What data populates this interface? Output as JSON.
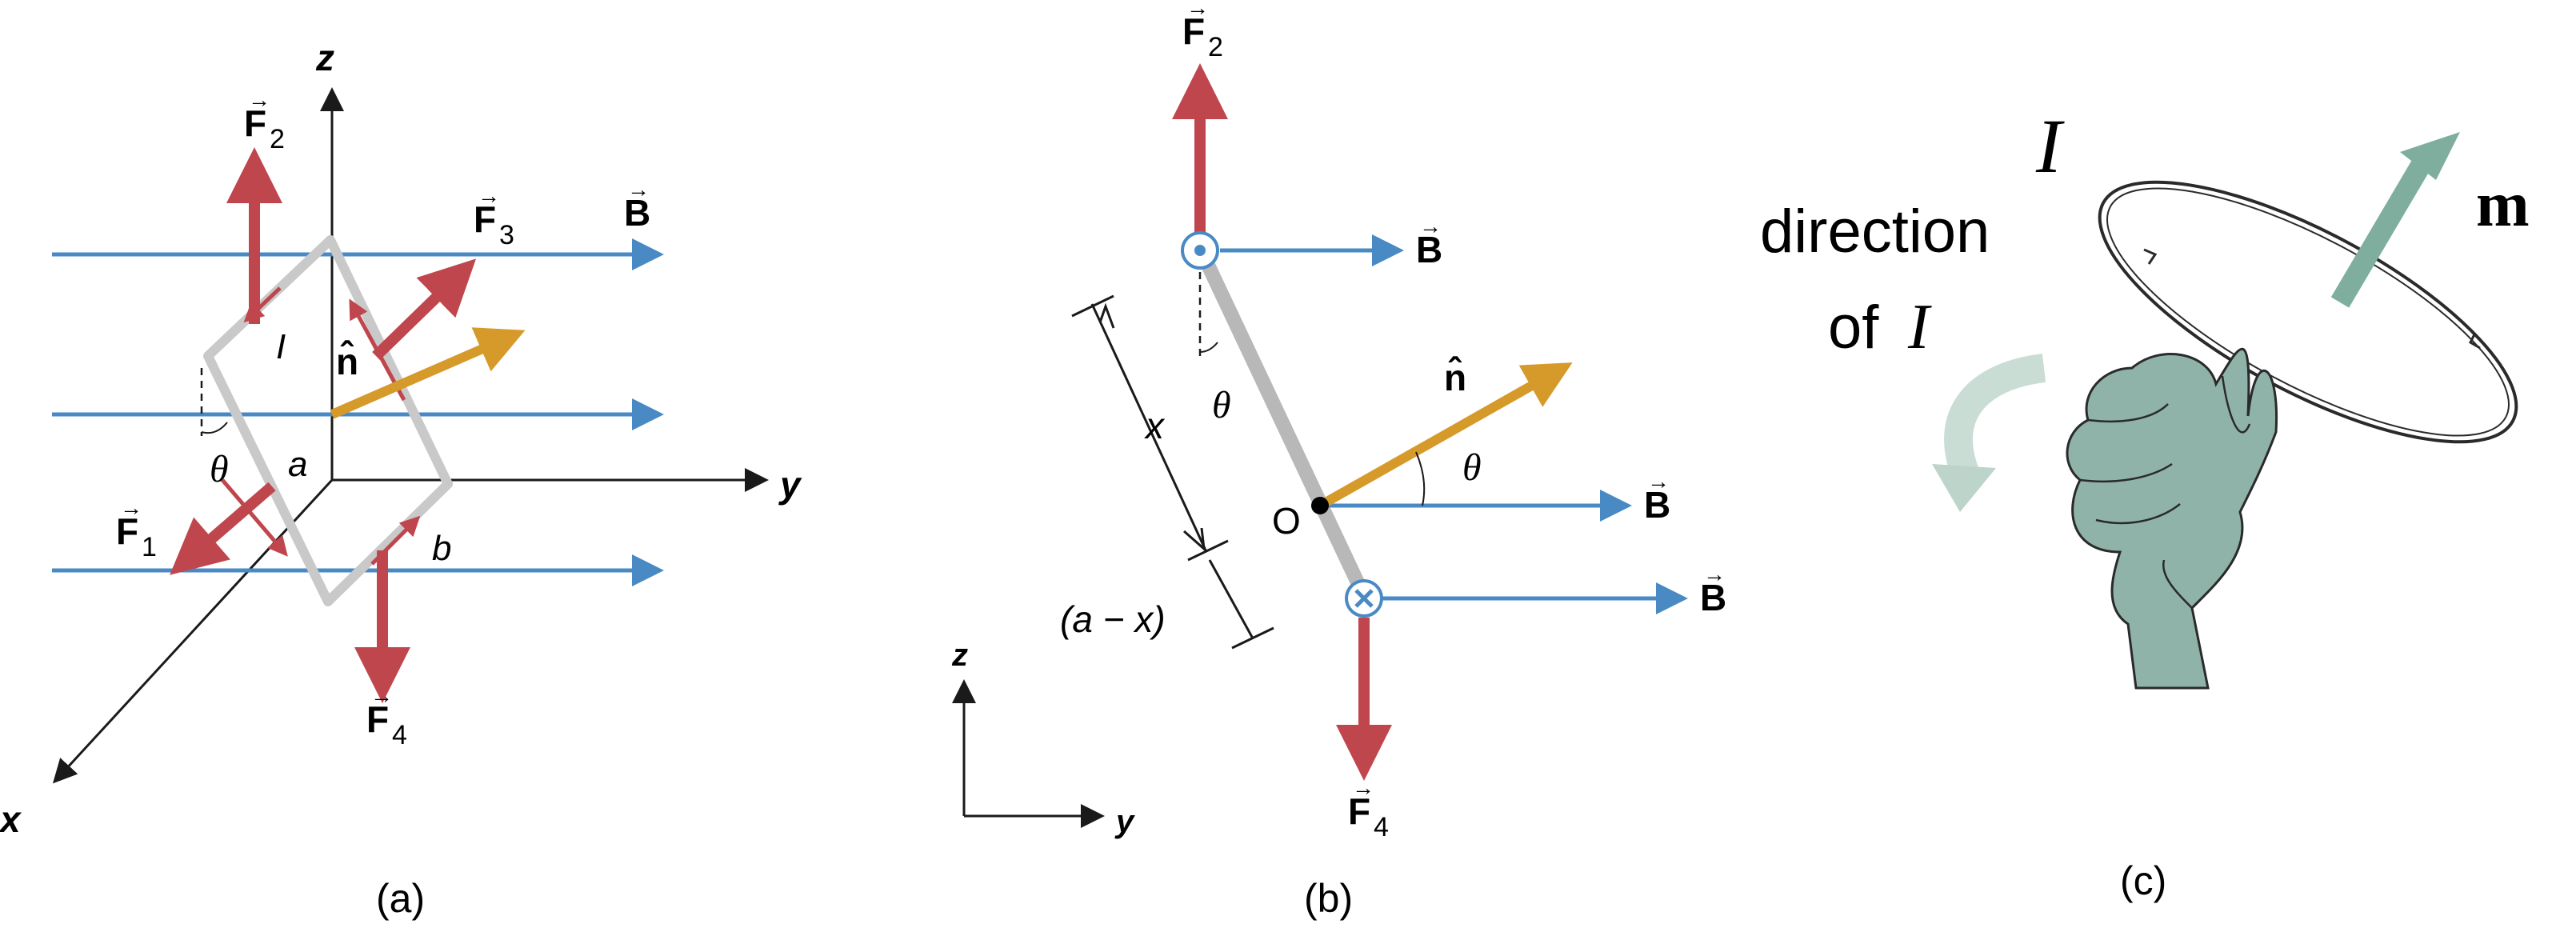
{
  "colors": {
    "field": "#4a8ac4",
    "force": "#c0464e",
    "normal": "#d69a2a",
    "loop": "#c9c9c9",
    "axis": "#1a1a1a",
    "hand": "#8fb3a8",
    "hand_outline": "#2a2a2a",
    "moment": "#7fae9f"
  },
  "panel_a": {
    "axis_z": "z",
    "axis_y": "y",
    "axis_x": "x",
    "F1": "F",
    "F1_sub": "1",
    "F2": "F",
    "F2_sub": "2",
    "F3": "F",
    "F3_sub": "3",
    "F4": "F",
    "F4_sub": "4",
    "B": "B",
    "n_hat": "n̂",
    "I": "I",
    "theta": "θ",
    "a": "a",
    "b": "b",
    "caption": "(a)"
  },
  "panel_b": {
    "F2": "F",
    "F2_sub": "2",
    "F4": "F",
    "F4_sub": "4",
    "B_top": "B",
    "B_mid": "B",
    "B_bottom": "B",
    "n_hat": "n̂",
    "theta_top": "θ",
    "theta_mid": "θ",
    "x": "x",
    "a_minus_x": "(a − x)",
    "O": "O",
    "axis_z": "z",
    "axis_y": "y",
    "caption": "(b)"
  },
  "panel_c": {
    "I": "I",
    "m": "m",
    "direction_line1": "direction",
    "direction_line2_prefix": "of",
    "direction_line2_symbol": "I",
    "caption": "(c)"
  }
}
